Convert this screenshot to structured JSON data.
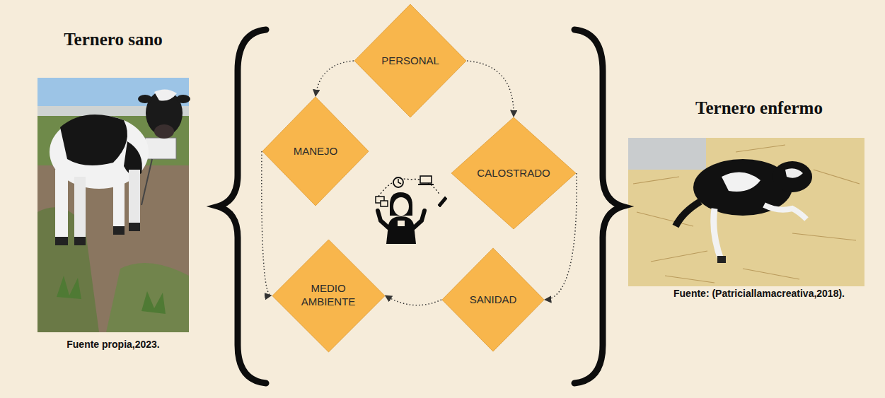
{
  "diagram": {
    "nodes": [
      {
        "text": [
          "PERSONAL"
        ]
      },
      {
        "text": [
          "MANEJO"
        ]
      },
      {
        "text": [
          "CALOSTRADO"
        ]
      },
      {
        "text": [
          "MEDIO AMBIENTE"
        ]
      },
      {
        "text": [
          "SANIDAD"
        ]
      }
    ],
    "edges": [
      {
        "from": 0,
        "to": 1,
        "arrow": "to"
      },
      {
        "from": 0,
        "to": 2,
        "arrow": "to"
      },
      {
        "from": 2,
        "to": 4,
        "arrow": "to"
      },
      {
        "from": 4,
        "to": 3,
        "arrow": "to"
      },
      {
        "from": 1,
        "to": 3,
        "arrow": "to"
      }
    ],
    "labels": [
      "Ternero sano",
      "Fuente propia,2023.",
      "Ternero enfermo",
      "Fuente: (Patriciallamacreativa,2018)."
    ]
  }
}
